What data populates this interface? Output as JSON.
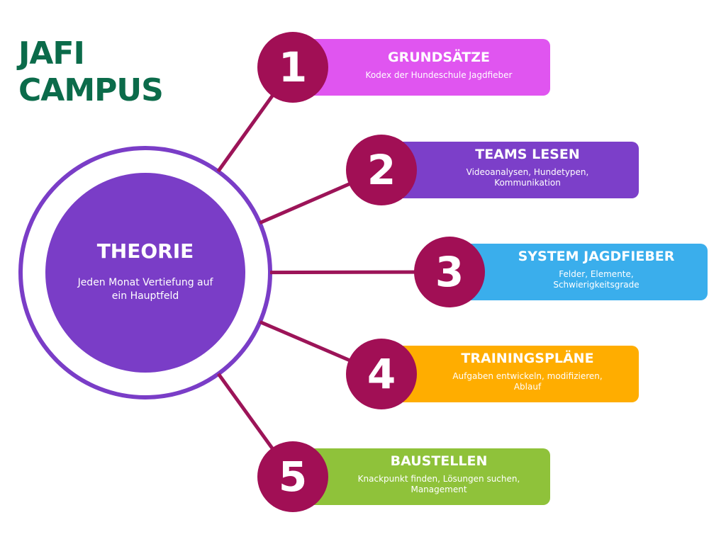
{
  "brand": {
    "line1": "JAFI",
    "line2": "CAMPUS",
    "color": "#0b6b4a"
  },
  "hub": {
    "title": "THEORIE",
    "subtitle": "Jeden Monat Vertiefung auf ein Hauptfeld",
    "color": "#7a3dc7",
    "ring_color": "#7a3dc7"
  },
  "connector_color": "#9c1458",
  "badge_color": "#a10f55",
  "items": [
    {
      "number": "1",
      "title": "GRUNDSÄTZE",
      "description": "Kodex der Hundeschule Jagdfieber",
      "color": "#e055f0"
    },
    {
      "number": "2",
      "title": "TEAMS LESEN",
      "description": "Videoanalysen, Hundetypen, Kommunikation",
      "color": "#7c3fc9"
    },
    {
      "number": "3",
      "title": "SYSTEM JAGDFIEBER",
      "description": "Felder, Elemente, Schwierigkeitsgrade",
      "color": "#3aaeec"
    },
    {
      "number": "4",
      "title": "TRAININGSPLÄNE",
      "description": "Aufgaben entwickeln, modifizieren, Ablauf",
      "color": "#ffad00"
    },
    {
      "number": "5",
      "title": "BAUSTELLEN",
      "description": "Knackpunkt finden, Lösungen suchen, Management",
      "color": "#8fc23a"
    }
  ]
}
